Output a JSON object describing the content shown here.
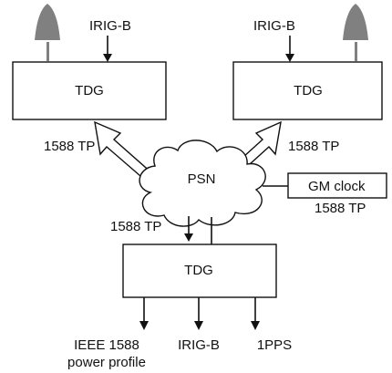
{
  "nodes": {
    "tdg_top_left": "TDG",
    "tdg_top_right": "TDG",
    "tdg_bottom": "TDG",
    "psn": "PSN",
    "gm_clock": "GM clock"
  },
  "labels": {
    "irig_b_top_left": "IRIG-B",
    "irig_b_top_right": "IRIG-B",
    "tp_left": "1588 TP",
    "tp_right": "1588 TP",
    "tp_gm": "1588 TP",
    "tp_bottom": "1588 TP"
  },
  "outputs": {
    "ieee_line1": "IEEE 1588",
    "ieee_line2": "power profile",
    "irig_b": "IRIG-B",
    "pps": "1PPS"
  },
  "colors": {
    "antenna": "#808080",
    "stroke": "#111111"
  },
  "icons": [
    "antenna-icon",
    "cloud-icon"
  ]
}
